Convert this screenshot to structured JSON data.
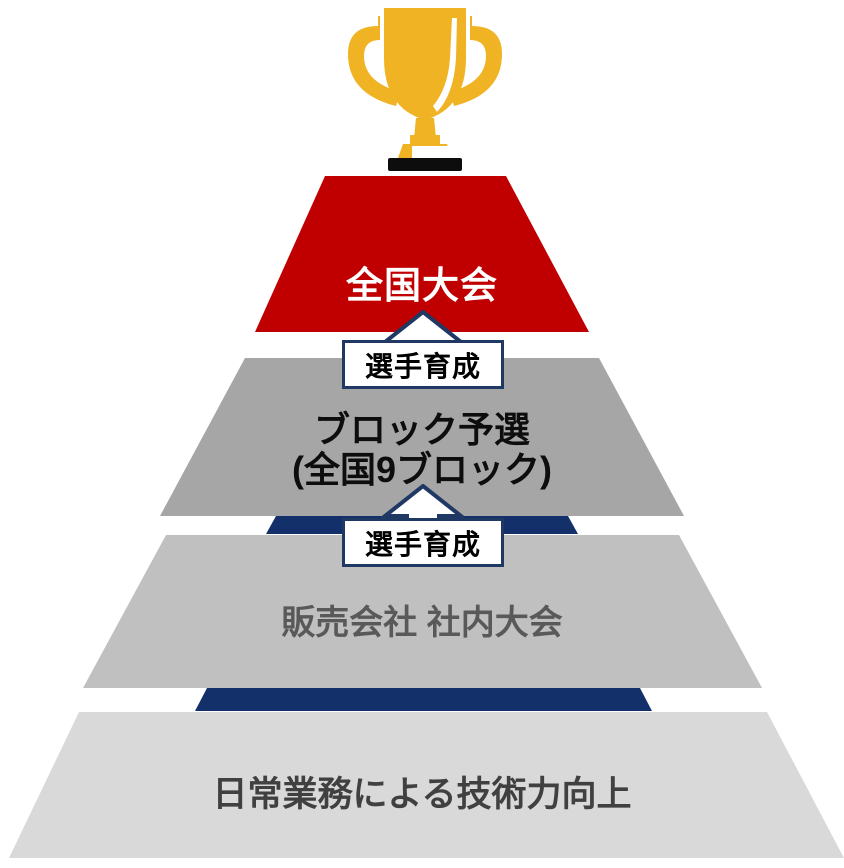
{
  "diagram": {
    "type": "pyramid",
    "title_visible": false,
    "background_color": "#FFFFFF",
    "trophy": {
      "icon": "trophy-icon",
      "body_color": "#F0B323",
      "base_color": "#0D0D0D",
      "plate_color": "#FFFFFF"
    },
    "levels": [
      {
        "id": "level-1",
        "rank": 1,
        "label": "全国大会",
        "lines": [
          "全国大会"
        ],
        "fill_color": "#C00000",
        "text_color": "#FFFFFF"
      },
      {
        "id": "level-2",
        "rank": 2,
        "label": "ブロック予選（全国9ブロック）",
        "lines": [
          "ブロック予選",
          "(全国9ブロック)"
        ],
        "fill_color": "#A6A6A6",
        "text_color": "#0D0D0D"
      },
      {
        "id": "level-3",
        "rank": 3,
        "label": "販売会社 社内大会",
        "lines": [
          "販売会社 社内大会"
        ],
        "fill_color": "#C0C0C0",
        "text_color": "#595959"
      },
      {
        "id": "level-4",
        "rank": 4,
        "label": "日常業務による技術力向上",
        "lines": [
          "日常業務による技術力向上"
        ],
        "fill_color": "#D9D9D9",
        "text_color": "#404040"
      }
    ],
    "dividers": [
      {
        "id": "divider-1",
        "between": "level-2/level-3",
        "color": "#14306B"
      },
      {
        "id": "divider-2",
        "between": "level-3/level-4",
        "color": "#14306B"
      }
    ],
    "connectors": [
      {
        "id": "connector-1",
        "from": "level-2",
        "to": "level-1",
        "arrow": "up-arrow",
        "callout_label": "選手育成",
        "callout_border_color": "#1F3864",
        "callout_fill_color": "#FFFFFF",
        "callout_text_color": "#000000"
      },
      {
        "id": "connector-2",
        "from": "level-3",
        "to": "level-2",
        "arrow": "up-arrow",
        "callout_label": "選手育成",
        "callout_border_color": "#1F3864",
        "callout_fill_color": "#FFFFFF",
        "callout_text_color": "#000000"
      }
    ]
  }
}
